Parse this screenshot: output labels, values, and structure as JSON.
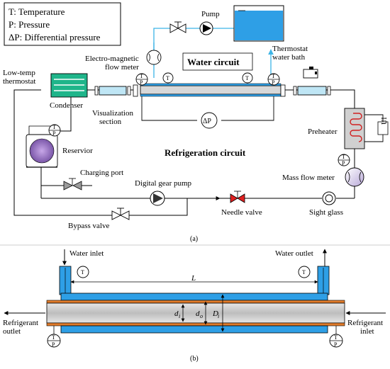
{
  "legend": {
    "t": "T: Temperature",
    "p": "P: Pressure",
    "dp": "ΔP: Differential pressure"
  },
  "circuit_a": {
    "pump": "Pump",
    "thermostat_water_bath_1": "Thermostat",
    "thermostat_water_bath_2": "water bath",
    "em_flow_meter_1": "Electro-magnetic",
    "em_flow_meter_2": "flow meter",
    "water_circuit": "Water circuit",
    "low_temp_1": "Low-temp",
    "low_temp_2": "thermostat",
    "condenser": "Condenser",
    "visualization_1": "Visualization",
    "visualization_2": "section",
    "dp": "ΔP",
    "preheater": "Preheater",
    "ui": "UI",
    "reservior": "Reservior",
    "refrigeration_circuit": "Refrigeration circuit",
    "charging_port": "Charging port",
    "mass_flow_meter": "Mass flow meter",
    "digital_gear_pump": "Digital gear pump",
    "needle_valve": "Needle valve",
    "sight_glass": "Sight glass",
    "bypass_valve": "Bypass valve",
    "caption": "(a)",
    "sensor_t": "T",
    "sensor_p": "P"
  },
  "section_b": {
    "water_inlet": "Water inlet",
    "water_outlet": "Water outlet",
    "length": "L",
    "d_i": "d",
    "d_i_sub": "i",
    "d_o": "d",
    "d_o_sub": "o",
    "D_i": "D",
    "D_i_sub": "i",
    "refrigerant_outlet_1": "Refrigerant",
    "refrigerant_outlet_2": "outlet",
    "refrigerant_inlet_1": "Refrigerant",
    "refrigerant_inlet_2": "inlet",
    "caption": "(b)",
    "sensor_t": "T",
    "sensor_p": "P"
  },
  "colors": {
    "water_blue": "#2e9fe6",
    "water_line": "#3cb4e6",
    "condenser_green": "#1fb58a",
    "tube_gray": "#cfcfcf",
    "orange_wall": "#e07b2a",
    "needle_red": "#e02020",
    "heater_red": "#d02020",
    "reservoir_purple": "#8e6bb8"
  }
}
